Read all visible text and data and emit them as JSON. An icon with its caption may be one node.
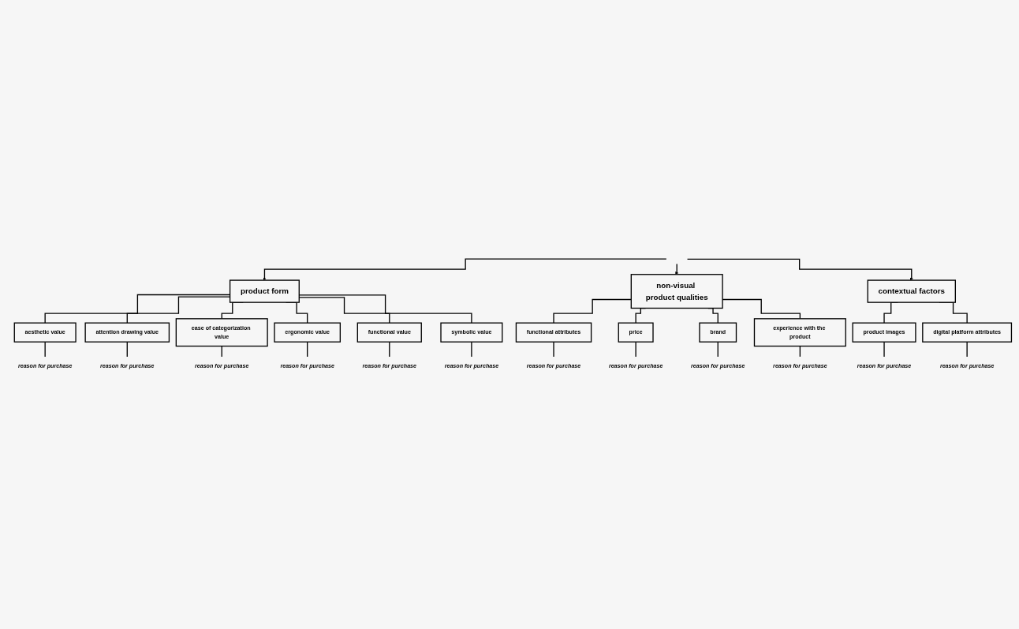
{
  "diagram": {
    "nodes": [
      {
        "text": [
          "product form"
        ]
      },
      {
        "text": [
          "aesthetic value"
        ]
      },
      {
        "text": [
          "reason for purchase"
        ]
      },
      {
        "text": [
          "attention drawing value"
        ]
      },
      {
        "text": [
          "reason for purchase"
        ]
      },
      {
        "text": [
          "ease of categorization value"
        ]
      },
      {
        "text": [
          "reason for purchase"
        ]
      },
      {
        "text": [
          "ergonomic value"
        ]
      },
      {
        "text": [
          "reason for purchase"
        ]
      },
      {
        "text": [
          "functional value"
        ]
      },
      {
        "text": [
          "reason for purchase"
        ]
      },
      {
        "text": [
          "symbolic value"
        ]
      },
      {
        "text": [
          "reason for purchase"
        ]
      },
      {
        "text": [
          "non-visual product qualities"
        ]
      },
      {
        "text": [
          "functional attributes"
        ]
      },
      {
        "text": [
          "reason for purchase"
        ]
      },
      {
        "text": [
          "price"
        ]
      },
      {
        "text": [
          "reason for purchase"
        ]
      },
      {
        "text": [
          "brand"
        ]
      },
      {
        "text": [
          "reason for purchase"
        ]
      },
      {
        "text": [
          "experience with the product"
        ]
      },
      {
        "text": [
          "reason for purchase"
        ]
      },
      {
        "text": [
          "contextual factors"
        ]
      },
      {
        "text": [
          "product images"
        ]
      },
      {
        "text": [
          "reason for purchase"
        ]
      },
      {
        "text": [
          "digital platform attributes"
        ]
      },
      {
        "text": [
          "reason for purchase"
        ]
      }
    ],
    "edges": [
      {
        "from": null,
        "to": 0,
        "arrow": "to"
      },
      {
        "from": null,
        "to": 13,
        "arrow": "to"
      },
      {
        "from": null,
        "to": 22,
        "arrow": "to"
      },
      {
        "from": 0,
        "to": 1,
        "arrow": "none"
      },
      {
        "from": 1,
        "to": 2,
        "arrow": "none"
      },
      {
        "from": 0,
        "to": 3,
        "arrow": "none"
      },
      {
        "from": 3,
        "to": 4,
        "arrow": "none"
      },
      {
        "from": 0,
        "to": 5,
        "arrow": "none"
      },
      {
        "from": 5,
        "to": 6,
        "arrow": "none"
      },
      {
        "from": 0,
        "to": 7,
        "arrow": "none"
      },
      {
        "from": 7,
        "to": 8,
        "arrow": "none"
      },
      {
        "from": 0,
        "to": 9,
        "arrow": "none"
      },
      {
        "from": 9,
        "to": 10,
        "arrow": "none"
      },
      {
        "from": 0,
        "to": 11,
        "arrow": "none"
      },
      {
        "from": 11,
        "to": 12,
        "arrow": "none"
      },
      {
        "from": 13,
        "to": 14,
        "arrow": "none"
      },
      {
        "from": 14,
        "to": 15,
        "arrow": "none"
      },
      {
        "from": 13,
        "to": 16,
        "arrow": "none"
      },
      {
        "from": 16,
        "to": 17,
        "arrow": "none"
      },
      {
        "from": 13,
        "to": 18,
        "arrow": "none"
      },
      {
        "from": 18,
        "to": 19,
        "arrow": "none"
      },
      {
        "from": 13,
        "to": 20,
        "arrow": "none"
      },
      {
        "from": 20,
        "to": 21,
        "arrow": "none"
      },
      {
        "from": 22,
        "to": 23,
        "arrow": "none"
      },
      {
        "from": 23,
        "to": 24,
        "arrow": "none"
      },
      {
        "from": 22,
        "to": 25,
        "arrow": "none"
      },
      {
        "from": 25,
        "to": 26,
        "arrow": "none"
      }
    ]
  }
}
